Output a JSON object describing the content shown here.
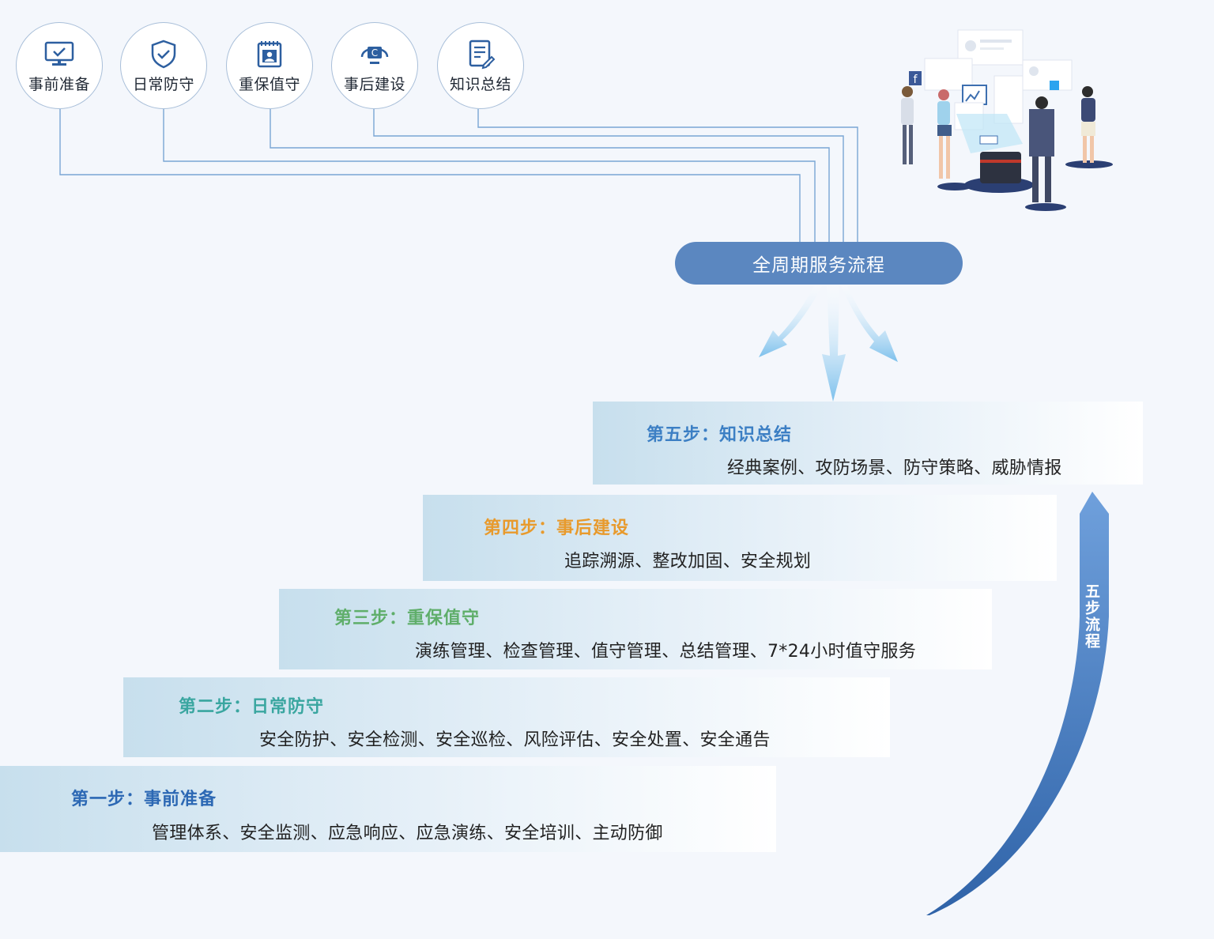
{
  "phases": [
    {
      "label": "事前准备",
      "icon": "monitor-check-icon"
    },
    {
      "label": "日常防守",
      "icon": "shield-check-icon"
    },
    {
      "label": "重保值守",
      "icon": "calendar-person-icon"
    },
    {
      "label": "事后建设",
      "icon": "monitor-c-icon"
    },
    {
      "label": "知识总结",
      "icon": "document-pen-icon"
    }
  ],
  "center_label": "全周期服务流程",
  "steps": [
    {
      "title": "第一步：事前准备",
      "detail": "管理体系、安全监测、应急响应、应急演练、安全培训、主动防御",
      "color": "#2c68b4"
    },
    {
      "title": "第二步：日常防守",
      "detail": "安全防护、安全检测、安全巡检、风险评估、安全处置、安全通告",
      "color": "#3aa6a0"
    },
    {
      "title": "第三步：重保值守",
      "detail": "演练管理、检查管理、值守管理、总结管理、7*24小时值守服务",
      "color": "#5fae6a"
    },
    {
      "title": "第四步：事后建设",
      "detail": "追踪溯源、整改加固、安全规划",
      "color": "#e89a2c"
    },
    {
      "title": "第五步：知识总结",
      "detail": "经典案例、攻防场景、防守策略、威胁情报",
      "color": "#3c7fc4"
    }
  ],
  "arrow_label": "五步流程",
  "colors": {
    "accent": "#5b87c0",
    "line": "#6e9fd0",
    "arrow": "#4a7fc0"
  }
}
